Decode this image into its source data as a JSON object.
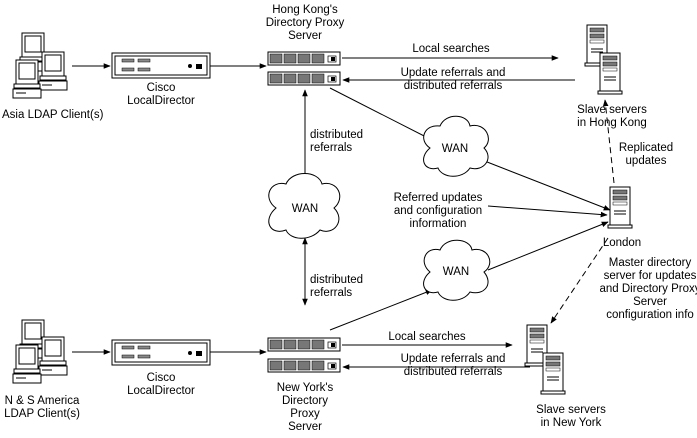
{
  "labels": {
    "hk_proxy": [
      "Hong Kong's",
      "Directory Proxy",
      "Server"
    ],
    "ny_proxy": [
      "New York's",
      "Directory",
      "Proxy",
      "Server"
    ],
    "cisco_top": [
      "Cisco",
      "LocalDirector"
    ],
    "cisco_bottom": [
      "Cisco",
      "LocalDirector"
    ],
    "asia_clients": [
      "Asia LDAP Client(s)"
    ],
    "nsa_clients": [
      "N & S America",
      "LDAP Client(s)"
    ],
    "slave_hk": [
      "Slave servers",
      "in Hong Kong"
    ],
    "slave_ny": [
      "Slave servers",
      "in New York"
    ],
    "london": [
      "London"
    ],
    "local_searches_top": [
      "Local searches"
    ],
    "local_searches_bottom": [
      "Local searches"
    ],
    "update_referrals_top": [
      "Update referrals and",
      "distributed referrals"
    ],
    "update_referrals_bottom": [
      "Update referrals and",
      "distributed referrals"
    ],
    "distributed_top": [
      "distributed",
      "referrals"
    ],
    "distributed_bottom": [
      "distributed",
      "referrals"
    ],
    "replicated": [
      "Replicated",
      "updates"
    ],
    "referred_updates": [
      "Referred updates",
      "and configuration",
      "information"
    ],
    "master": [
      "Master directory",
      "server for updates",
      "and Directory Proxy",
      "Server",
      "configuration info"
    ]
  },
  "clouds": {
    "wan_top": "WAN",
    "wan_middle": "WAN",
    "wan_bottom": "WAN"
  }
}
